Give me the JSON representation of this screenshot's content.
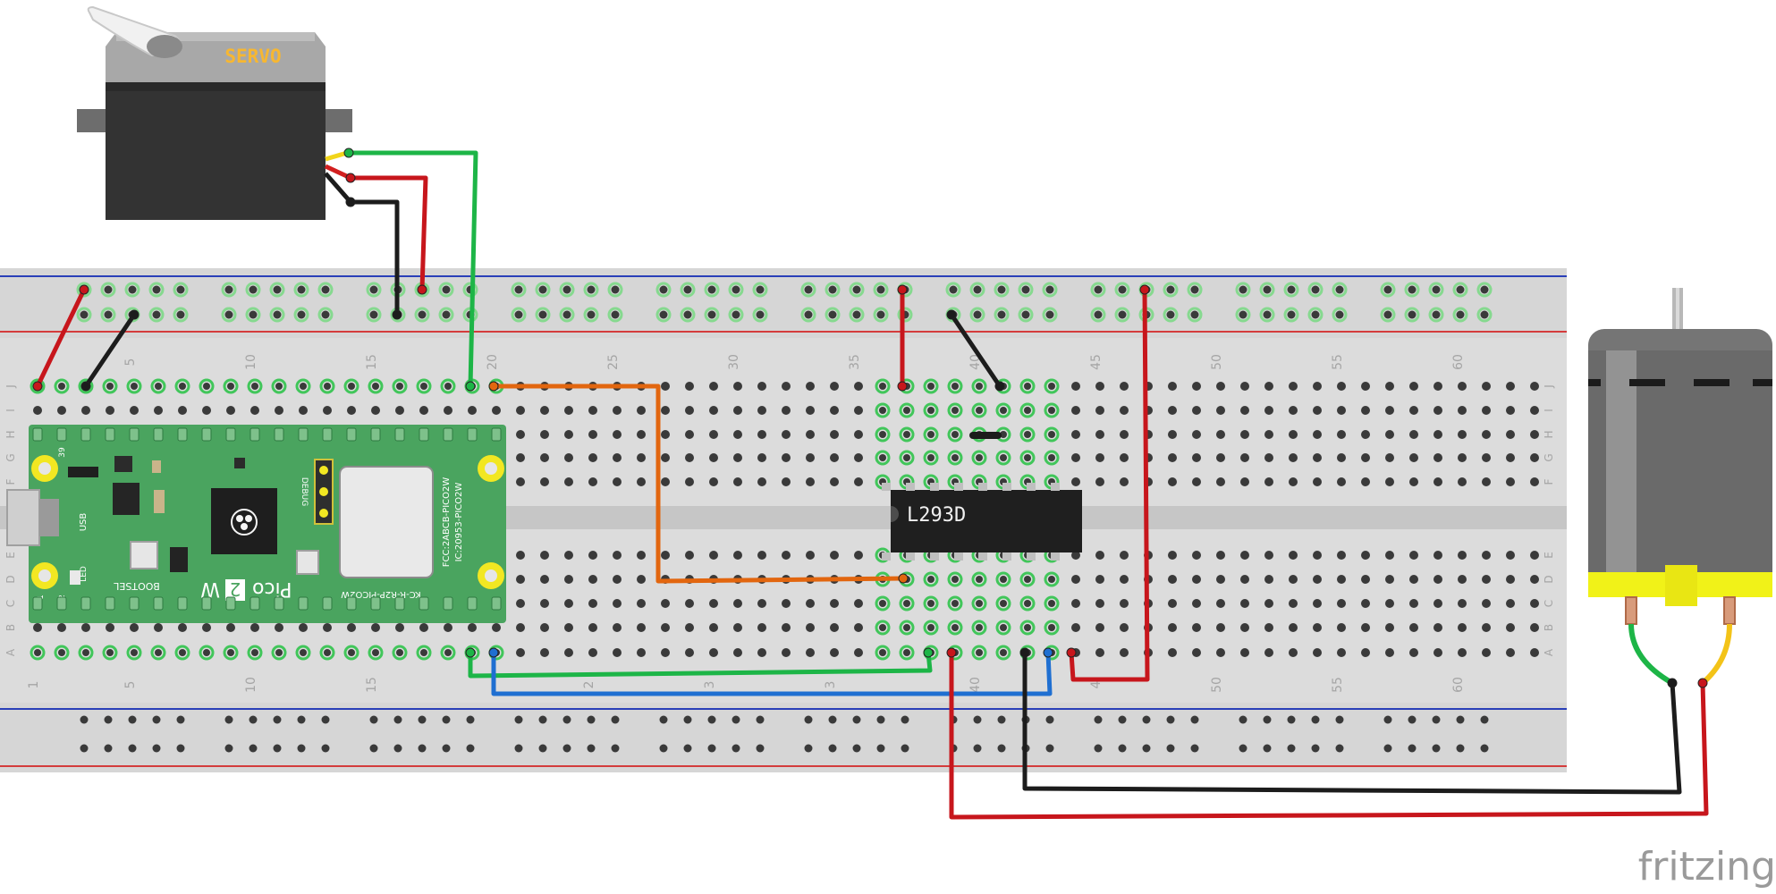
{
  "servo": {
    "label": "SERVO"
  },
  "driver_ic": {
    "label": "L293D"
  },
  "pico": {
    "name_prefix": "Pico",
    "name_badge": "2",
    "name_suffix": "W",
    "fcc_line": "FCC:2ABCB-PICO2W",
    "ic_line": "IC:20953-PICO2W",
    "kc_line": "KC-R-R2P-PICO2W",
    "bootsel": "BOOTSEL",
    "usb": "USB",
    "debug": "DEBUG",
    "led": "LED",
    "pin_39": "39",
    "pin_1": "1",
    "pin_2": "2"
  },
  "breadboard": {
    "top_numbers": [
      "5",
      "10",
      "15",
      "20",
      "25",
      "30",
      "35",
      "40",
      "45",
      "50",
      "55",
      "60"
    ],
    "bottom_numbers": [
      "1",
      "5",
      "10",
      "15",
      "2",
      "3",
      "3",
      "40",
      "4",
      "50",
      "55",
      "60"
    ],
    "row_letters_top": [
      "J",
      "I",
      "H",
      "G",
      "F"
    ],
    "row_letters_bottom": [
      "E",
      "D",
      "C",
      "B",
      "A"
    ]
  },
  "watermark": {
    "text": "fritzing"
  }
}
